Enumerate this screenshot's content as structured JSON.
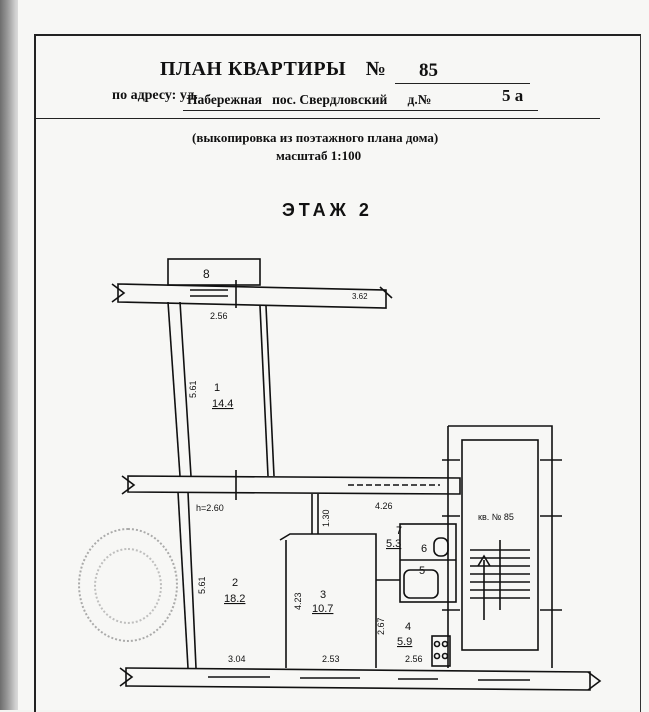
{
  "header": {
    "title": "ПЛАН КВАРТИРЫ",
    "number_sign": "№",
    "apartment_number": "85",
    "address_prefix": "по адресу: ул.",
    "street": "Набережная",
    "settlement": "пос. Свердловский",
    "house_prefix": "д.№",
    "house_number": "5 а",
    "subtitle": "(выкопировка из поэтажного плана дома)",
    "scale": "масштаб  1:100",
    "floor": "ЭТАЖ  2"
  },
  "rooms": [
    {
      "number": "1",
      "area": "14.4"
    },
    {
      "number": "2",
      "area": "18.2"
    },
    {
      "number": "3",
      "area": "10.7"
    },
    {
      "number": "4",
      "area": "5.9"
    },
    {
      "number": "5",
      "area": ""
    },
    {
      "number": "6",
      "area": ""
    },
    {
      "number": "7",
      "area": "5.3"
    },
    {
      "number": "8",
      "area": ""
    }
  ],
  "dimensions": {
    "d1": "2.56",
    "d2": "5.61",
    "d3": "h=2.60",
    "d4": "1.30",
    "d5": "4.26",
    "d6": "5.61",
    "d7": "4.23",
    "d8": "2.67",
    "d9": "3.04",
    "d10": "2.53",
    "d11": "2.56",
    "d12": "3.62"
  },
  "stair_label": "кв. № 85"
}
